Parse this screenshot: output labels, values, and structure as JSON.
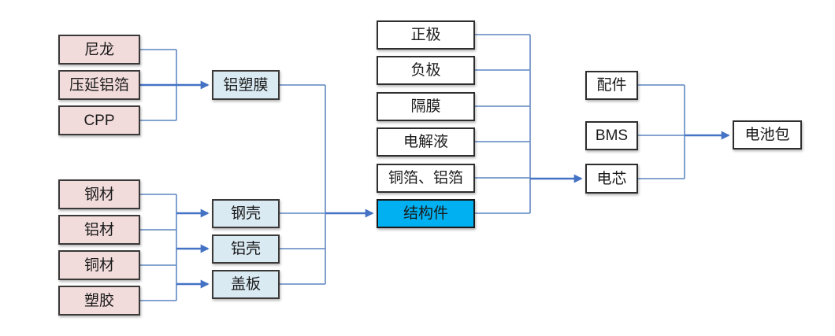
{
  "diagram": {
    "title": "battery-supply-chain-flowchart",
    "colors": {
      "raw_material_fill": "#F2DCDB",
      "component_fill": "#DAEAF3",
      "process_fill": "#FFFFFF",
      "highlight_fill": "#00B0F0",
      "box_border": "#3B3838",
      "bus_line": "#7396C9",
      "arrow_line": "#4472C4",
      "text": "#1A1A1A",
      "background": "#FFFFFF"
    },
    "nodes": {
      "nylon": {
        "label": "尼龙",
        "type": "raw_material"
      },
      "rolled_al_foil": {
        "label": "压延铝箔",
        "type": "raw_material"
      },
      "cpp": {
        "label": "CPP",
        "type": "raw_material"
      },
      "steel": {
        "label": "钢材",
        "type": "raw_material"
      },
      "aluminum": {
        "label": "铝材",
        "type": "raw_material"
      },
      "copper": {
        "label": "铜材",
        "type": "raw_material"
      },
      "plastic": {
        "label": "塑胶",
        "type": "raw_material"
      },
      "al_plastic_film": {
        "label": "铝塑膜",
        "type": "component"
      },
      "steel_shell": {
        "label": "钢壳",
        "type": "component"
      },
      "al_shell": {
        "label": "铝壳",
        "type": "component"
      },
      "cover_plate": {
        "label": "盖板",
        "type": "component"
      },
      "cathode": {
        "label": "正极",
        "type": "cell_material"
      },
      "anode": {
        "label": "负极",
        "type": "cell_material"
      },
      "separator": {
        "label": "隔膜",
        "type": "cell_material"
      },
      "electrolyte": {
        "label": "电解液",
        "type": "cell_material"
      },
      "foils": {
        "label": "铜箔、铝箔",
        "type": "cell_material"
      },
      "structural_parts": {
        "label": "结构件",
        "type": "highlighted"
      },
      "accessories": {
        "label": "配件",
        "type": "module"
      },
      "bms": {
        "label": "BMS",
        "type": "module"
      },
      "cell": {
        "label": "电芯",
        "type": "module"
      },
      "battery_pack": {
        "label": "电池包",
        "type": "output"
      }
    },
    "edges": [
      {
        "sources": [
          "尼龙",
          "压延铝箔",
          "CPP"
        ],
        "targets": [
          "铝塑膜"
        ]
      },
      {
        "sources": [
          "钢材",
          "铝材",
          "铜材",
          "塑胶"
        ],
        "targets": [
          "钢壳",
          "铝壳",
          "盖板"
        ]
      },
      {
        "sources": [
          "铝塑膜",
          "钢壳",
          "铝壳",
          "盖板"
        ],
        "targets": [
          "结构件"
        ]
      },
      {
        "sources": [
          "正极",
          "负极",
          "隔膜",
          "电解液",
          "铜箔、铝箔",
          "结构件"
        ],
        "targets": [
          "电芯"
        ]
      },
      {
        "sources": [
          "配件",
          "BMS",
          "电芯"
        ],
        "targets": [
          "电池包"
        ]
      }
    ]
  }
}
